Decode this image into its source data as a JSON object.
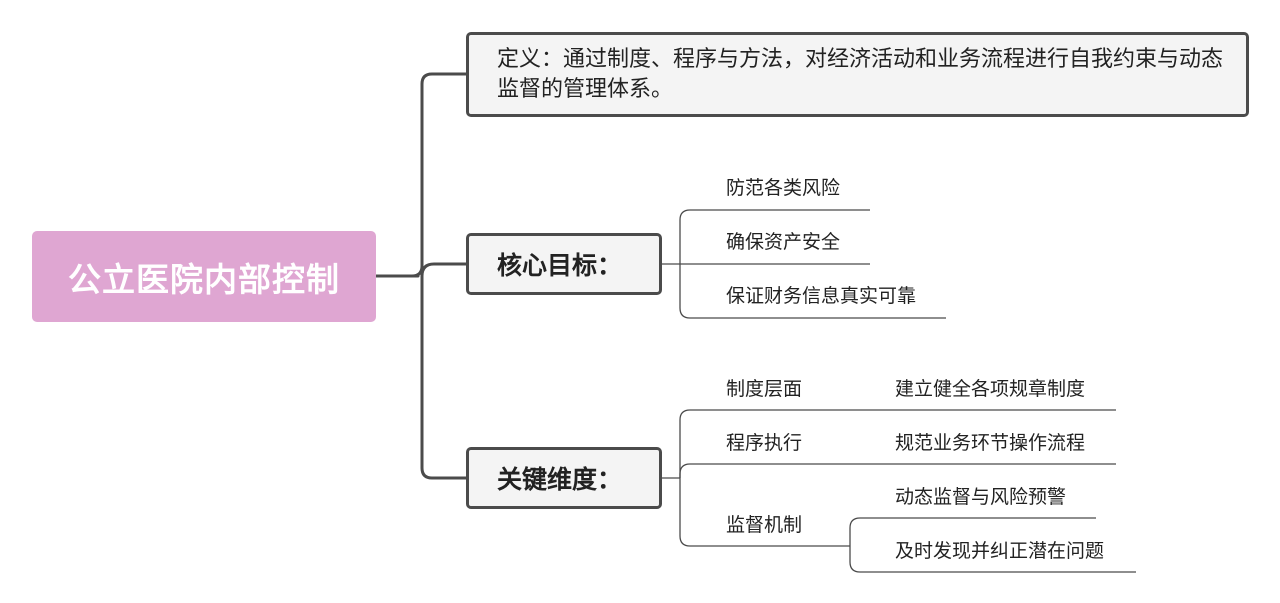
{
  "root": {
    "label": "公立医院内部控制"
  },
  "definition": {
    "text": "定义：通过制度、程序与方法，对经济活动和业务流程进行自我约束与动态监督的管理体系。"
  },
  "core_goals": {
    "label": "核心目标：",
    "items": [
      "防范各类风险",
      "确保资产安全",
      "保证财务信息真实可靠"
    ]
  },
  "key_dimensions": {
    "label": "关键维度：",
    "items": [
      {
        "label": "制度层面",
        "details": [
          "建立健全各项规章制度"
        ]
      },
      {
        "label": "程序执行",
        "details": [
          "规范业务环节操作流程"
        ]
      },
      {
        "label": "监督机制",
        "details": [
          "动态监督与风险预警",
          "及时发现并纠正潜在问题"
        ]
      }
    ]
  },
  "colors": {
    "root_fill": "#dfa6d2",
    "line": "#4b4b4b",
    "box_fill": "#f4f4f4"
  }
}
